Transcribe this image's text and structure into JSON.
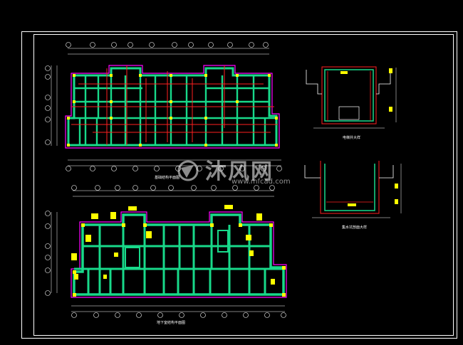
{
  "drawing": {
    "plan_top_caption": "基础结构平面图",
    "plan_bottom_caption": "地下室结构平面图",
    "detail_top_caption": "电梯井大样",
    "detail_bottom_caption": "集水坑剖面大样"
  },
  "watermark": {
    "brand": "沐风网",
    "url": "www.mfcad.com",
    "logo": "mfcad-logo-icon"
  },
  "colors": {
    "background": "#000000",
    "frame": "#ffffff",
    "wall": "#18d98a",
    "column": "#ffff00",
    "rebar": "#ff2020",
    "outline": "#ff00ff",
    "grid": "#ffffff"
  }
}
